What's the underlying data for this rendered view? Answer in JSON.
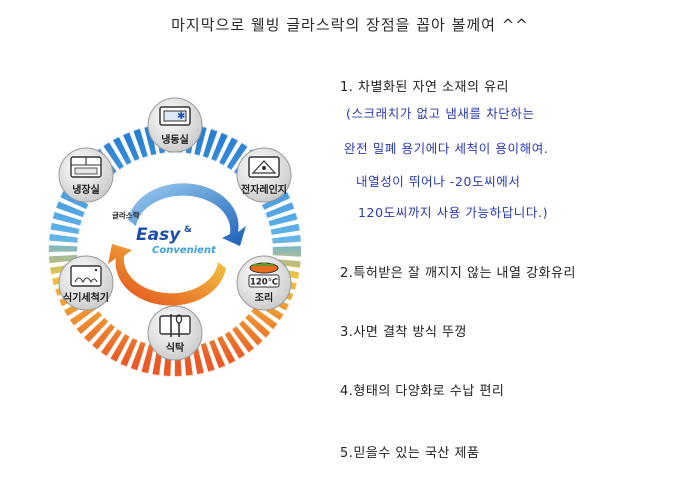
{
  "title": "마지막으로 웰빙 글라스락의 장점을 꼽아 볼께여 ^^",
  "cycle": {
    "brand": {
      "small": "글라스락",
      "easy": "Easy",
      "amp": "&",
      "convenient": "Convenient"
    },
    "nodes": [
      {
        "label": "냉동실",
        "icon": "freezer-icon"
      },
      {
        "label": "전자레인지",
        "icon": "microwave-icon"
      },
      {
        "label": "조리",
        "icon": "cooking-pot-icon",
        "badge": "120℃"
      },
      {
        "label": "식탁",
        "icon": "spoon-fork-icon"
      },
      {
        "label": "식기세척기",
        "icon": "dishwasher-icon"
      },
      {
        "label": "냉장실",
        "icon": "refrigerator-icon"
      }
    ]
  },
  "features": [
    {
      "text": "1. 차별화된 자연 소재의 유리"
    },
    {
      "text": "2.특허받은 잘 깨지지 않는 내열 강화유리"
    },
    {
      "text": "3.사면 결착 방식 뚜껑"
    },
    {
      "text": "4.형태의 다양화로 수납 편리"
    },
    {
      "text": "5.믿을수 있는 국산 제품"
    }
  ],
  "feature1_detail": [
    "(스크래치가 없고 냄새를 차단하는",
    "완전 밀폐 용기에다 세척이 용이해여.",
    "내열성이 뛰어나 -20도씨에서",
    "120도씨까지 사용 가능하답니다.)"
  ],
  "colors": {
    "ring_cool": "#1e78d0",
    "ring_warm": "#e85a1a",
    "detail_text": "#2a3ab0"
  }
}
